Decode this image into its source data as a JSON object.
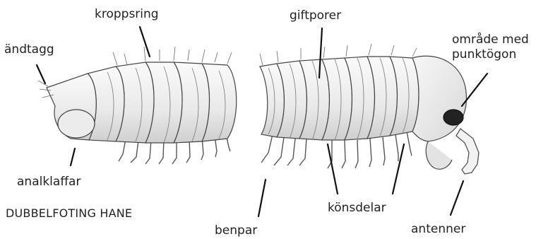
{
  "caption": "DUBBELFOTING HANE",
  "labels": {
    "tail_tip": "ändtagg",
    "body_ring": "kroppsring",
    "anal_flaps": "analklaffar",
    "poison_pores": "giftporer",
    "ocelli_area_line1": "område med",
    "ocelli_area_line2": "punktögon",
    "leg_pairs": "benpar",
    "genitals": "könsdelar",
    "antennae": "antenner"
  }
}
